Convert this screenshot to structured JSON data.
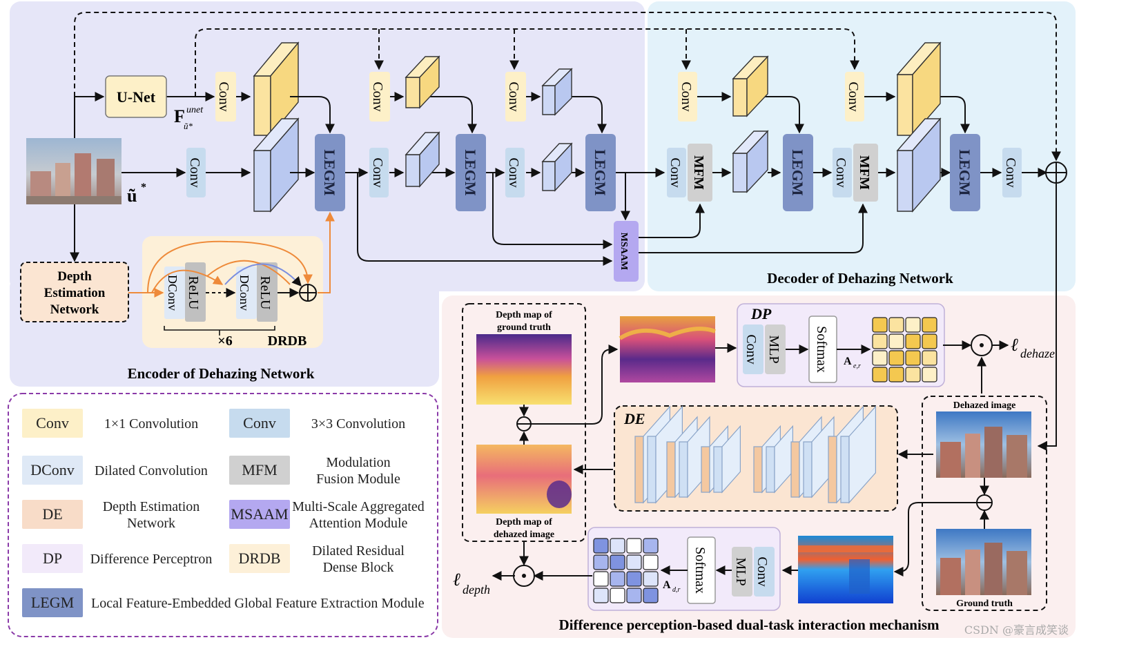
{
  "colors": {
    "encoder_bg": "#e6e6f8",
    "decoder_bg": "#e3f2fa",
    "mechanism_bg": "#fbefef",
    "conv1x1": "#fdf0c8",
    "conv3x3": "#c6dbee",
    "dconv": "#dfe9f6",
    "mfm": "#d0d0d0",
    "de": "#f8dcc8",
    "msaam": "#b4a8f0",
    "dp": "#f2eafa",
    "drdb": "#fdf0d8",
    "legm": "#7f93c6",
    "orange": "#ee8a3a"
  },
  "encoder": {
    "title": "Encoder of Dehazing Network",
    "unet": "U-Net",
    "depth_net_l1": "Depth",
    "depth_net_l2": "Estimation",
    "depth_net_l3": "Network",
    "f_main": "F",
    "f_sup": "unet",
    "f_sub": "ũ*",
    "u_main": "ũ",
    "u_sup": "*",
    "conv": "Conv",
    "legm": "LEGM",
    "dconv": "DConv",
    "relu": "ReLU",
    "times6": "×6",
    "drdb": "DRDB"
  },
  "decoder": {
    "title": "Decoder of Dehazing Network",
    "conv": "Conv",
    "mfm": "MFM",
    "legm": "LEGM",
    "msaam": "MSAAM"
  },
  "mechanism": {
    "title": "Difference perception-based dual-task interaction mechanism",
    "depth_gt_l1": "Depth map of",
    "depth_gt_l2": "ground truth",
    "depth_dehazed_l1": "Depth map of",
    "depth_dehazed_l2": "dehazed image",
    "dp_label": "DP",
    "de_label": "DE",
    "conv": "Conv",
    "mlp": "MLP",
    "softmax": "Softmax",
    "a_er_main": "A",
    "a_er_sub": "e,r",
    "a_dr_main": "A",
    "a_dr_sub": "d,r",
    "l_dehaze_main": "ℓ",
    "l_dehaze_sub": "dehaze",
    "l_depth_main": "ℓ",
    "l_depth_sub": "depth",
    "dehazed_image": "Dehazed image",
    "ground_truth": "Ground truth"
  },
  "legend": {
    "items": [
      {
        "key": "Conv",
        "desc1": "1×1 Convolution",
        "desc2": ""
      },
      {
        "key": "Conv",
        "desc1": "3×3 Convolution",
        "desc2": ""
      },
      {
        "key": "DConv",
        "desc1": "Dilated Convolution",
        "desc2": ""
      },
      {
        "key": "MFM",
        "desc1": "Modulation",
        "desc2": "Fusion Module"
      },
      {
        "key": "DE",
        "desc1": "Depth Estimation",
        "desc2": "Network"
      },
      {
        "key": "MSAAM",
        "desc1": "Multi-Scale Aggregated",
        "desc2": "Attention Module"
      },
      {
        "key": "DP",
        "desc1": "Difference Perceptron",
        "desc2": ""
      },
      {
        "key": "DRDB",
        "desc1": "Dilated Residual",
        "desc2": "Dense Block"
      },
      {
        "key": "LEGM",
        "desc1": "Local Feature-Embedded Global Feature Extraction Module",
        "desc2": ""
      }
    ]
  },
  "watermark": "CSDN @豪言成笑谈"
}
